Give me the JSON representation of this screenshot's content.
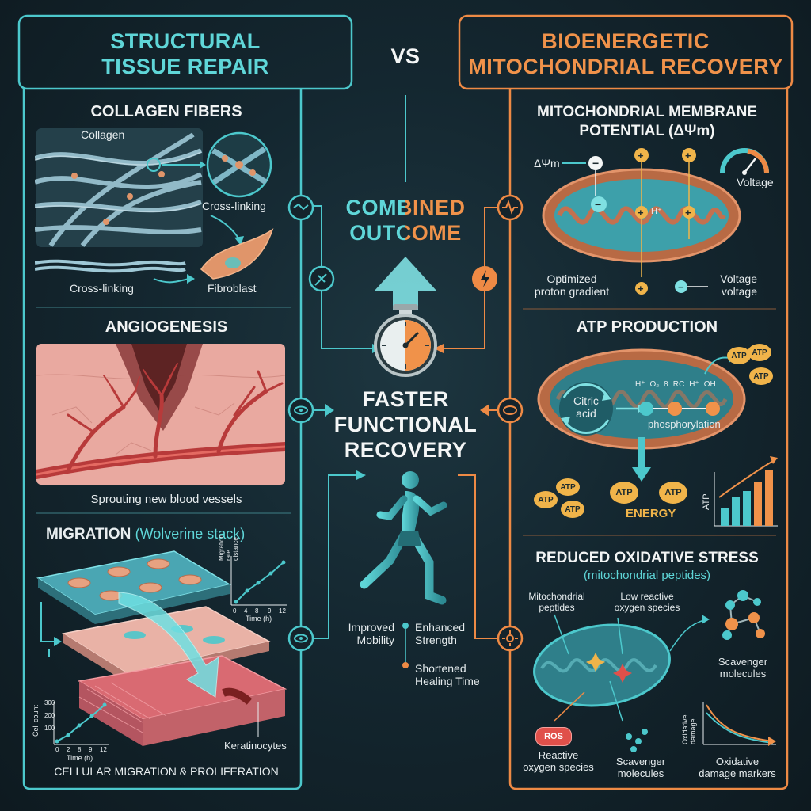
{
  "header": {
    "left_title_line1": "STRUCTURAL",
    "left_title_line2": "TISSUE REPAIR",
    "vs": "VS",
    "right_title_line1": "BIOENERGETIC",
    "right_title_line2": "MITOCHONDRIAL RECOVERY"
  },
  "center": {
    "combined_line1": "COMBINED",
    "combined_line2": "OUTCOME",
    "faster_line1": "FASTER",
    "faster_line2": "FUNCTIONAL",
    "faster_line3": "RECOVERY",
    "improved_line1": "Improved",
    "improved_line2": "Mobility",
    "enhanced_line1": "Enhanced",
    "enhanced_line2": "Strength",
    "shortened_line1": "Shortened",
    "shortened_line2": "Healing Time"
  },
  "collagen": {
    "title": "COLLAGEN FIBERS",
    "label_collagen": "Collagen",
    "label_crosslinking_right": "Cross-linking",
    "label_crosslinking_bottom": "Cross-linking",
    "label_fibroblast": "Fibroblast"
  },
  "angiogenesis": {
    "title": "ANGIOGENESIS",
    "caption": "Sprouting new blood vessels"
  },
  "migration": {
    "title": "MIGRATION",
    "subtitle": "(Wolverine stack)",
    "label_keratinocytes": "Keratinocytes",
    "caption": "CELLULAR MIGRATION & PROLIFERATION",
    "chart1_ylabel_line1": "Migration rate",
    "chart1_ylabel_line2": "distance",
    "chart1_xlabel": "Time (h)",
    "chart2_ylabel": "Cell count",
    "chart2_xlabel": "Time (h)"
  },
  "membrane": {
    "title_line1": "MITOCHONDRIAL MEMBRANE",
    "title_line2": "POTENTIAL (ΔΨm)",
    "label_delta": "ΔΨm",
    "label_voltage": "Voltage",
    "label_optimized_line1": "Optimized",
    "label_optimized_line2": "proton gradient",
    "label_voltage2_line1": "Voltage",
    "label_voltage2_line2": "voltage",
    "ion_label": "H⁺"
  },
  "atp": {
    "title": "ATP PRODUCTION",
    "label_citric_line1": "Citric",
    "label_citric_line2": "acid",
    "label_phosphorylation": "phosphorylation",
    "label_energy": "ENERGY",
    "badge_atp": "ATP",
    "axis_atp": "ATP",
    "chain_labels": [
      "H⁺",
      "O₂",
      "8",
      "RC",
      "H⁺",
      "OH"
    ]
  },
  "oxidative": {
    "title": "REDUCED OXIDATIVE STRESS",
    "subtitle": "(mitochondrial peptides)",
    "label_peptides_line1": "Mitochondrial",
    "label_peptides_line2": "peptides",
    "label_low_line1": "Low reactive",
    "label_low_line2": "oxygen species",
    "label_scav_right_line1": "Scavenger",
    "label_scav_right_line2": "molecules",
    "label_ros_badge": "ROS",
    "label_reactive_line1": "Reactive",
    "label_reactive_line2": "oxygen species",
    "label_scav_bottom_line1": "Scavenger",
    "label_scav_bottom_line2": "molecules",
    "label_oxdamage_line1": "Oxidative",
    "label_oxdamage_line2": "damage markers",
    "chart_ylabel_line1": "Oxidative",
    "chart_ylabel_line2": "damage"
  },
  "colors": {
    "cyan": "#4cc8cc",
    "orange": "#ee8a45"
  }
}
